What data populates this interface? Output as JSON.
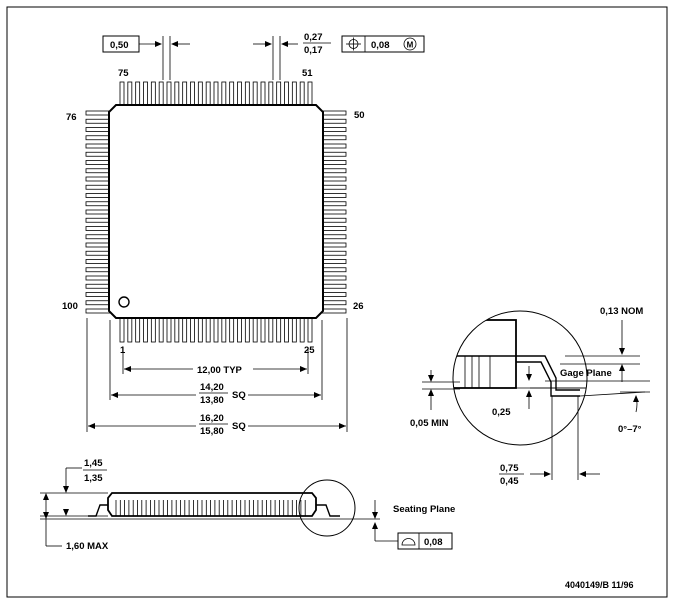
{
  "top_view": {
    "pitch": "0,50",
    "lead_width_max": "0,27",
    "lead_width_min": "0,17",
    "position_tolerance": "0,08",
    "modifier": "M",
    "pin_75": "75",
    "pin_51": "51",
    "pin_76": "76",
    "pin_50": "50",
    "pin_100": "100",
    "pin_26": "26",
    "pin_1": "1",
    "pin_25": "25",
    "typ_dim": "12,00 TYP",
    "body_max": "14,20",
    "body_min": "13,80",
    "body_sq": "SQ",
    "overall_max": "16,20",
    "overall_min": "15,80",
    "overall_sq": "SQ"
  },
  "detail_view": {
    "gauge_nom": "0,13 NOM",
    "gage_plane": "Gage Plane",
    "standoff_min": "0,05 MIN",
    "gauge_offset": "0,25",
    "angle": "0°–7°",
    "foot_max": "0,75",
    "foot_min": "0,45"
  },
  "side_view": {
    "thickness_max": "1,45",
    "thickness_min": "1,35",
    "height_max": "1,60 MAX",
    "seating_plane": "Seating Plane",
    "coplanarity": "0,08"
  },
  "footer": {
    "doc_id": "4040149/B 11/96"
  }
}
